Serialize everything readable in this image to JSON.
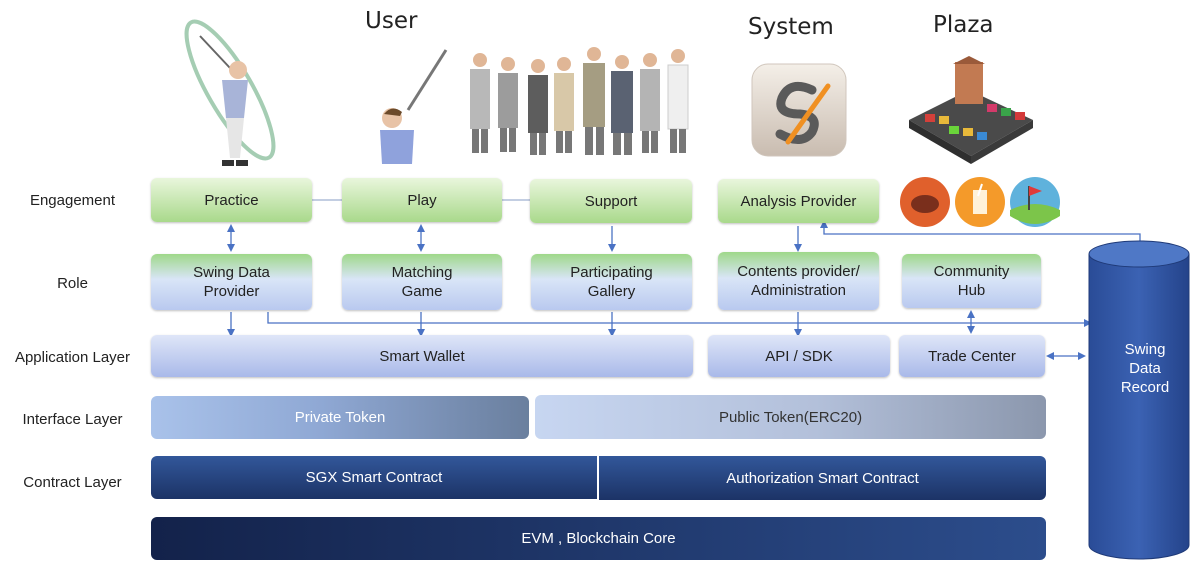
{
  "headers": {
    "user": "User",
    "system": "System",
    "plaza": "Plaza"
  },
  "rows": {
    "engagement": "Engagement",
    "role": "Role",
    "application": "Application Layer",
    "interface": "Interface Layer",
    "contract": "Contract Layer"
  },
  "engagement": {
    "practice": "Practice",
    "play": "Play",
    "support": "Support",
    "analysis": "Analysis Provider"
  },
  "role": {
    "swing_line1": "Swing Data",
    "swing_line2": "Provider",
    "matching_line1": "Matching",
    "matching_line2": "Game",
    "gallery_line1": "Participating",
    "gallery_line2": "Gallery",
    "contents_line1": "Contents provider/",
    "contents_line2": "Administration",
    "community_line1": "Community",
    "community_line2": "Hub"
  },
  "application": {
    "wallet": "Smart Wallet",
    "api": "API / SDK",
    "trade": "Trade Center"
  },
  "interface": {
    "private": "Private Token",
    "public": "Public Token(ERC20)"
  },
  "contract": {
    "sgx": "SGX Smart Contract",
    "auth": "Authorization Smart Contract"
  },
  "core": "EVM , Blockchain Core",
  "record": {
    "line1": "Swing",
    "line2": "Data",
    "line3": "Record"
  },
  "colors": {
    "connector": "#4a72c4",
    "cylinder": "#2f55a4"
  }
}
